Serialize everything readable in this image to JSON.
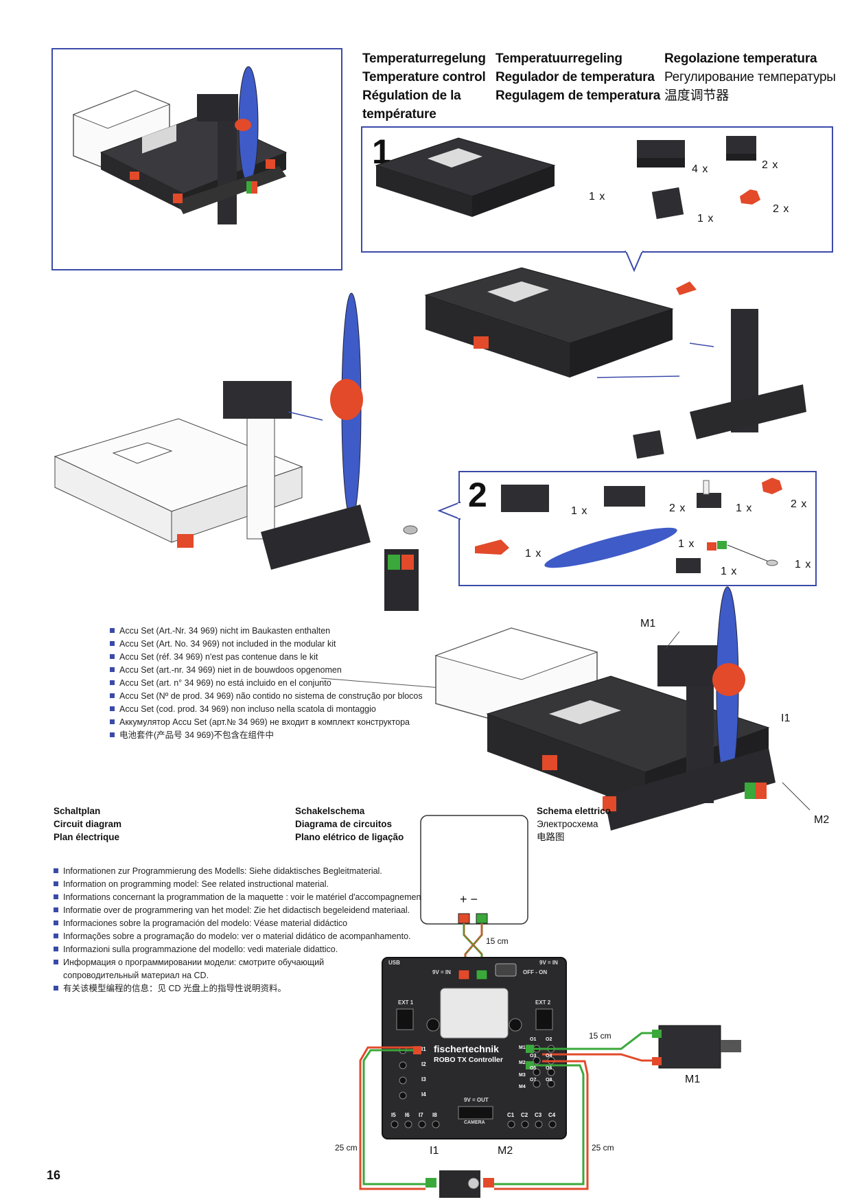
{
  "titles": {
    "col1": [
      "Temperaturregelung",
      "Temperature control",
      "Régulation de la",
      "température"
    ],
    "col2": [
      "Temperatuurregeling",
      "Regulador de temperatura",
      "Regulagem de temperatura"
    ],
    "col3": [
      "Regolazione temperatura",
      "Регулирование температуры",
      "温度调节器"
    ]
  },
  "step1": {
    "number": "1",
    "quantities": [
      "1 x",
      "4 x",
      "2 x",
      "1 x",
      "2 x"
    ]
  },
  "step2": {
    "number": "2",
    "quantities": [
      "1 x",
      "2 x",
      "1 x",
      "2 x",
      "1 x",
      "1 x",
      "1 x",
      "1 x"
    ]
  },
  "accu_notes": [
    "Accu Set (Art.-Nr. 34 969) nicht im Baukasten enthalten",
    "Accu Set (Art. No. 34 969) not included in the modular kit",
    "Accu Set (réf. 34 969) n'est pas contenue dans le kit",
    "Accu Set (art.-nr. 34 969) niet in de bouwdoos opgenomen",
    "Accu Set (art. n° 34 969) no está incluido en el conjunto",
    "Accu Set (Nº de prod. 34 969) não contido no sistema de construção por blocos",
    "Accu Set (cod. prod. 34 969) non incluso nella scatola di montaggio",
    "Аккумулятор Accu Set (арт.№ 34 969) не входит в комплект конструктора",
    "电池套件(产品号 34 969)不包含在组件中"
  ],
  "model_labels": {
    "m1": "M1",
    "i1": "I1",
    "m2": "M2"
  },
  "circuit_headers": {
    "col1": [
      "Schaltplan",
      "Circuit diagram",
      "Plan électrique"
    ],
    "col2": [
      "Schakelschema",
      "Diagrama de circuitos",
      "Plano elétrico de ligação"
    ],
    "col3": [
      "Schema elettrico",
      "Электросхема",
      "电路图"
    ]
  },
  "program_notes": [
    "Informationen zur Programmierung des Modells: Siehe didaktisches Begleitmaterial.",
    "Information on programming model: See related instructional material.",
    "Informations concernant la programmation de la maquette : voir le matériel d'accompagnement didactique .",
    "Informatie over de programmering van het model: Zie het didactisch begeleidend materiaal.",
    "Informaciones sobre la programación del modelo: Véase material didáctico",
    "Informações sobre a programação do modelo: ver o material didático de acompanhamento.",
    "Informazioni sulla programmazione del modello: vedi materiale didattico.",
    "Информация о программировании модели: смотрите обучающий сопроводительный материал на CD.",
    "有关该模型编程的信息：见 CD 光盘上的指导性说明资料。"
  ],
  "circuit": {
    "battery_plus_minus": "+ −",
    "len_top": "15 cm",
    "len_motor": "15 cm",
    "len_left": "25 cm",
    "len_right": "25 cm",
    "controller_usb": "USB",
    "controller_9v_in": "9V = IN",
    "controller_off_on": "OFF - ON",
    "controller_9v_in_right": "9V = IN",
    "controller_ext1": "EXT 1",
    "controller_ext2": "EXT 2",
    "controller_brand": "fischertechnik",
    "controller_model": "ROBO TX Controller",
    "controller_9v_out": "9V = OUT",
    "controller_camera": "CAMERA",
    "inputs_left": [
      "I1",
      "I2",
      "I3",
      "I4"
    ],
    "inputs_bottom": [
      "I5",
      "I6",
      "I7",
      "I8"
    ],
    "counters": [
      "C1",
      "C2",
      "C3",
      "C4"
    ],
    "outputs": [
      "O1",
      "O2",
      "O3",
      "O4",
      "O5",
      "O6",
      "O7",
      "O8"
    ],
    "motors": [
      "M1",
      "M2",
      "M3",
      "M4"
    ],
    "label_m1": "M1",
    "label_i1": "I1",
    "label_m2": "M2"
  },
  "page_number": "16",
  "colors": {
    "blue_frame": "#3a4aa8",
    "dark_part": "#2f2f33",
    "red_part": "#e24a2a",
    "green_part": "#3aa83a",
    "prop_blue": "#3e5bc7"
  }
}
